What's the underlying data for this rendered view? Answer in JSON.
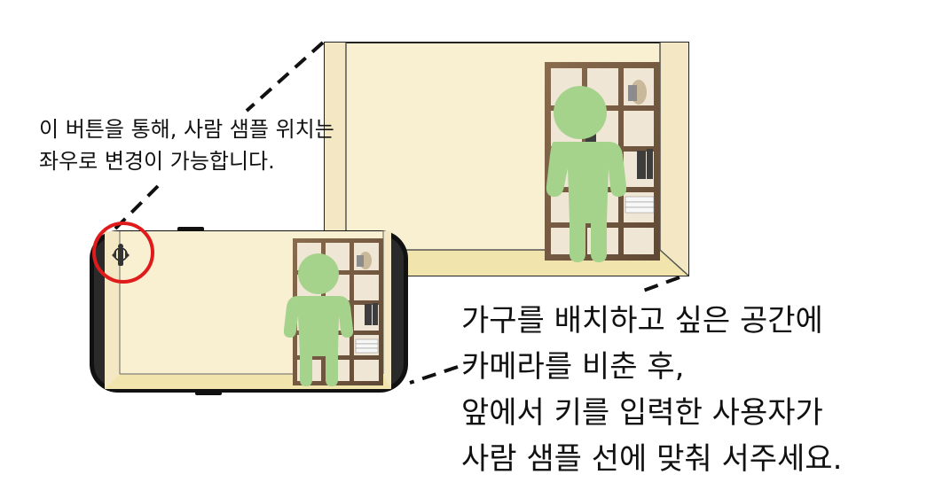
{
  "left_caption": {
    "lines": [
      "이 버튼을 통해, 사람 샘플 위치는",
      "좌우로 변경이 가능합니다."
    ]
  },
  "right_caption": {
    "lines": [
      "가구를 배치하고 싶은 공간에",
      "카메라를 비춘 후,",
      "앞에서 키를 입력한 사용자가",
      "사람 샘플 선에 맞춰 서주세요."
    ]
  },
  "icons": {
    "position_toggle": "person-swap-icon",
    "person": "person-silhouette-icon",
    "bookshelf": "bookshelf-icon"
  },
  "colors": {
    "room_wall": "#f9f0d2",
    "room_floor": "#f2e4ad",
    "person_green": "#a5d38c",
    "highlight_circle": "#e01b1b",
    "phone_body": "#111111",
    "shelf_wood": "#7a6046"
  }
}
